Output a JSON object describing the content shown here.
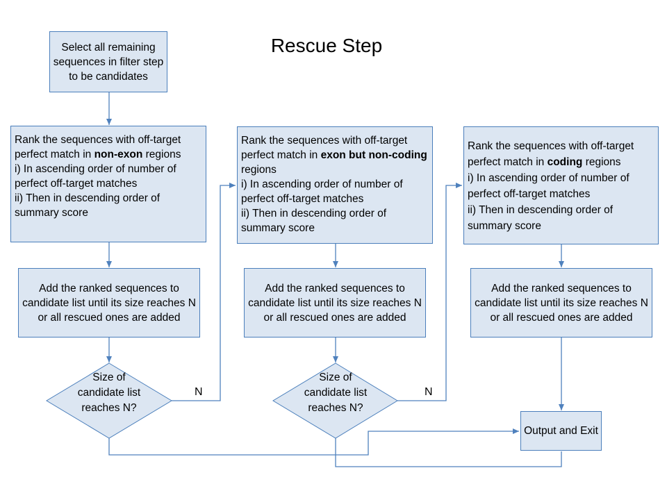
{
  "title": "Rescue Step",
  "start": {
    "text": "Select all remaining sequences in filter step to be candidates"
  },
  "rank_boxes": [
    {
      "line1": "Rank the sequences with off-target perfect match in ",
      "emphasis": "non-exon",
      "line2": " regions",
      "item1": " i) In ascending order of number of perfect off-target matches",
      "item2": " ii) Then in descending order of summary score"
    },
    {
      "line1": "Rank the sequences with off-target perfect match in ",
      "emphasis": "exon but non-coding",
      "line2": " regions",
      "item1": " i) In ascending order of number of perfect off-target matches",
      "item2": " ii) Then in descending order of summary score"
    },
    {
      "line1": "Rank the sequences with off-target perfect match in ",
      "emphasis": "coding",
      "line2": " regions",
      "item1": " i) In ascending order of number of perfect off-target matches",
      "item2": " ii) Then in descending order of summary score"
    }
  ],
  "add_boxes": [
    {
      "text": "Add  the ranked sequences to candidate list until its size reaches N or all rescued ones are added"
    },
    {
      "text": "Add  the ranked sequences to candidate list until its size reaches N or all rescued ones are added"
    },
    {
      "text": "Add  the ranked sequences to candidate list until its size reaches N or all rescued ones are added"
    }
  ],
  "decisions": [
    {
      "text": "Size of candidate list reaches N?",
      "no_label": "N"
    },
    {
      "text": "Size of candidate list reaches N?",
      "no_label": "N"
    }
  ],
  "end": {
    "text": "Output and Exit"
  },
  "colors": {
    "box_fill": "#dce6f2",
    "box_border": "#4a7ebb",
    "connector": "#4f81bd"
  }
}
